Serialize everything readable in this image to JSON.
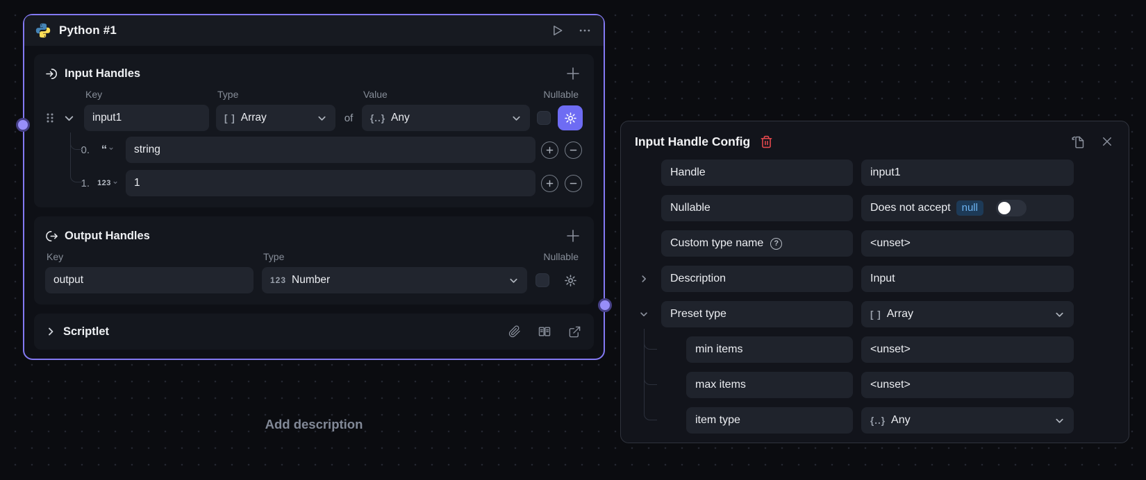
{
  "colors": {
    "accent_purple": "#8379f3",
    "gear_active_bg": "#6e6cf3",
    "danger_red": "#e5484d",
    "null_badge_bg": "#1d3a57",
    "null_badge_text": "#6cb3f2",
    "port_fill": "#978ef9"
  },
  "canvas": {
    "add_description": "Add description"
  },
  "node": {
    "title": "Python #1",
    "icons": {
      "app": "python-logo",
      "run": "play-icon",
      "menu": "ellipsis-icon"
    },
    "input_handles": {
      "icon": "arrow-into-circle-icon",
      "title": "Input Handles",
      "columns": {
        "key": "Key",
        "type": "Type",
        "value": "Value",
        "nullable": "Nullable"
      },
      "row": {
        "key": "input1",
        "type": {
          "glyph": "[ ]",
          "label": "Array"
        },
        "of": "of",
        "item_type": {
          "glyph": "{..}",
          "label": "Any"
        },
        "nullable_checked": false,
        "items": [
          {
            "index": "0.",
            "glyph": "“",
            "value": "string"
          },
          {
            "index": "1.",
            "glyph": "123",
            "value": "1"
          }
        ]
      }
    },
    "output_handles": {
      "icon": "arrow-out-of-circle-icon",
      "title": "Output Handles",
      "columns": {
        "key": "Key",
        "type": "Type",
        "nullable": "Nullable"
      },
      "row": {
        "key": "output",
        "type": {
          "glyph": "123",
          "label": "Number"
        },
        "nullable_checked": false
      }
    },
    "scriptlet": {
      "title": "Scriptlet",
      "icons": [
        "paperclip-icon",
        "book-icon",
        "external-link-icon"
      ]
    }
  },
  "config": {
    "title": "Input Handle Config",
    "rows": {
      "handle": {
        "label": "Handle",
        "value": "input1"
      },
      "nullable": {
        "label": "Nullable",
        "text": "Does not accept",
        "badge": "null",
        "toggle_on": false
      },
      "custom_type": {
        "label": "Custom type name",
        "value": "<unset>"
      },
      "description": {
        "label": "Description",
        "value": "Input"
      },
      "preset_type": {
        "label": "Preset type",
        "glyph": "[ ]",
        "value": "Array"
      },
      "min_items": {
        "label": "min items",
        "value": "<unset>"
      },
      "max_items": {
        "label": "max items",
        "value": "<unset>"
      },
      "item_type": {
        "label": "item type",
        "glyph": "{..}",
        "value": "Any"
      }
    }
  }
}
